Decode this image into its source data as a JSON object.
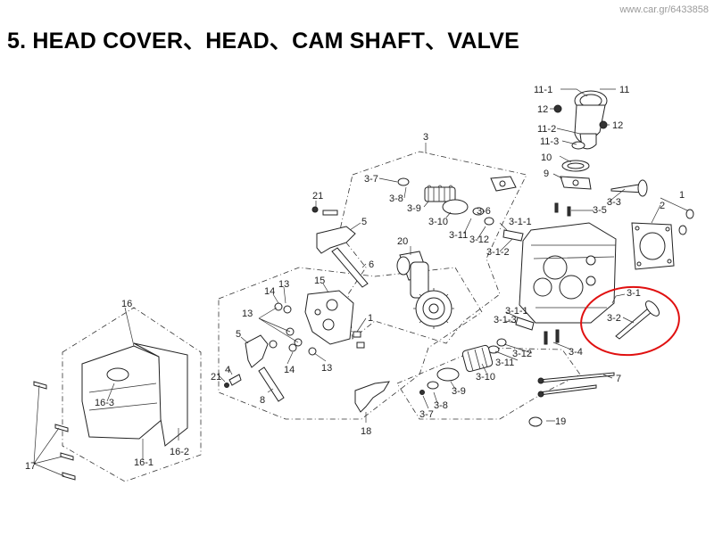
{
  "title": "5. HEAD COVER、HEAD、CAM SHAFT、VALVE",
  "watermark": "www.car.gr/6433858",
  "highlight_color": "#e01010",
  "labels": {
    "l11": "11",
    "l11_1": "11-1",
    "l12a": "12",
    "l12b": "12",
    "l11_2": "11-2",
    "l11_3": "11-3",
    "l10": "10",
    "l9": "9",
    "l3": "3",
    "l3_7a": "3-7",
    "l3_8a": "3-8",
    "l3_9a": "3-9",
    "l3_10a": "3-10",
    "l3_11a": "3-11",
    "l3_6": "3-6",
    "l3_12a": "3-12",
    "l3_1_1a": "3-1-1",
    "l3_1_2": "3-1-2",
    "l3_3": "3-3",
    "l3_5": "3-5",
    "l1a": "1",
    "l2": "2",
    "l21a": "21",
    "l5a": "5",
    "l6": "6",
    "l20": "20",
    "l15": "15",
    "l14a": "14",
    "l13a": "13",
    "l13b": "13",
    "l1b": "1",
    "l5b": "5",
    "l14b": "14",
    "l13c": "13",
    "l4": "4",
    "l21b": "21",
    "l8": "8",
    "l18": "18",
    "l3_1": "3-1",
    "l3_1_1b": "3-1-1",
    "l3_1_3": "3-1-3",
    "l3_2": "3-2",
    "l3_4": "3-4",
    "l3_12b": "3-12",
    "l3_11b": "3-11",
    "l3_10b": "3-10",
    "l3_9b": "3-9",
    "l3_8b": "3-8",
    "l3_7b": "3-7",
    "l7": "7",
    "l19": "19",
    "l16": "16",
    "l16_3": "16-3",
    "l16_1": "16-1",
    "l16_2": "16-2",
    "l17": "17"
  }
}
